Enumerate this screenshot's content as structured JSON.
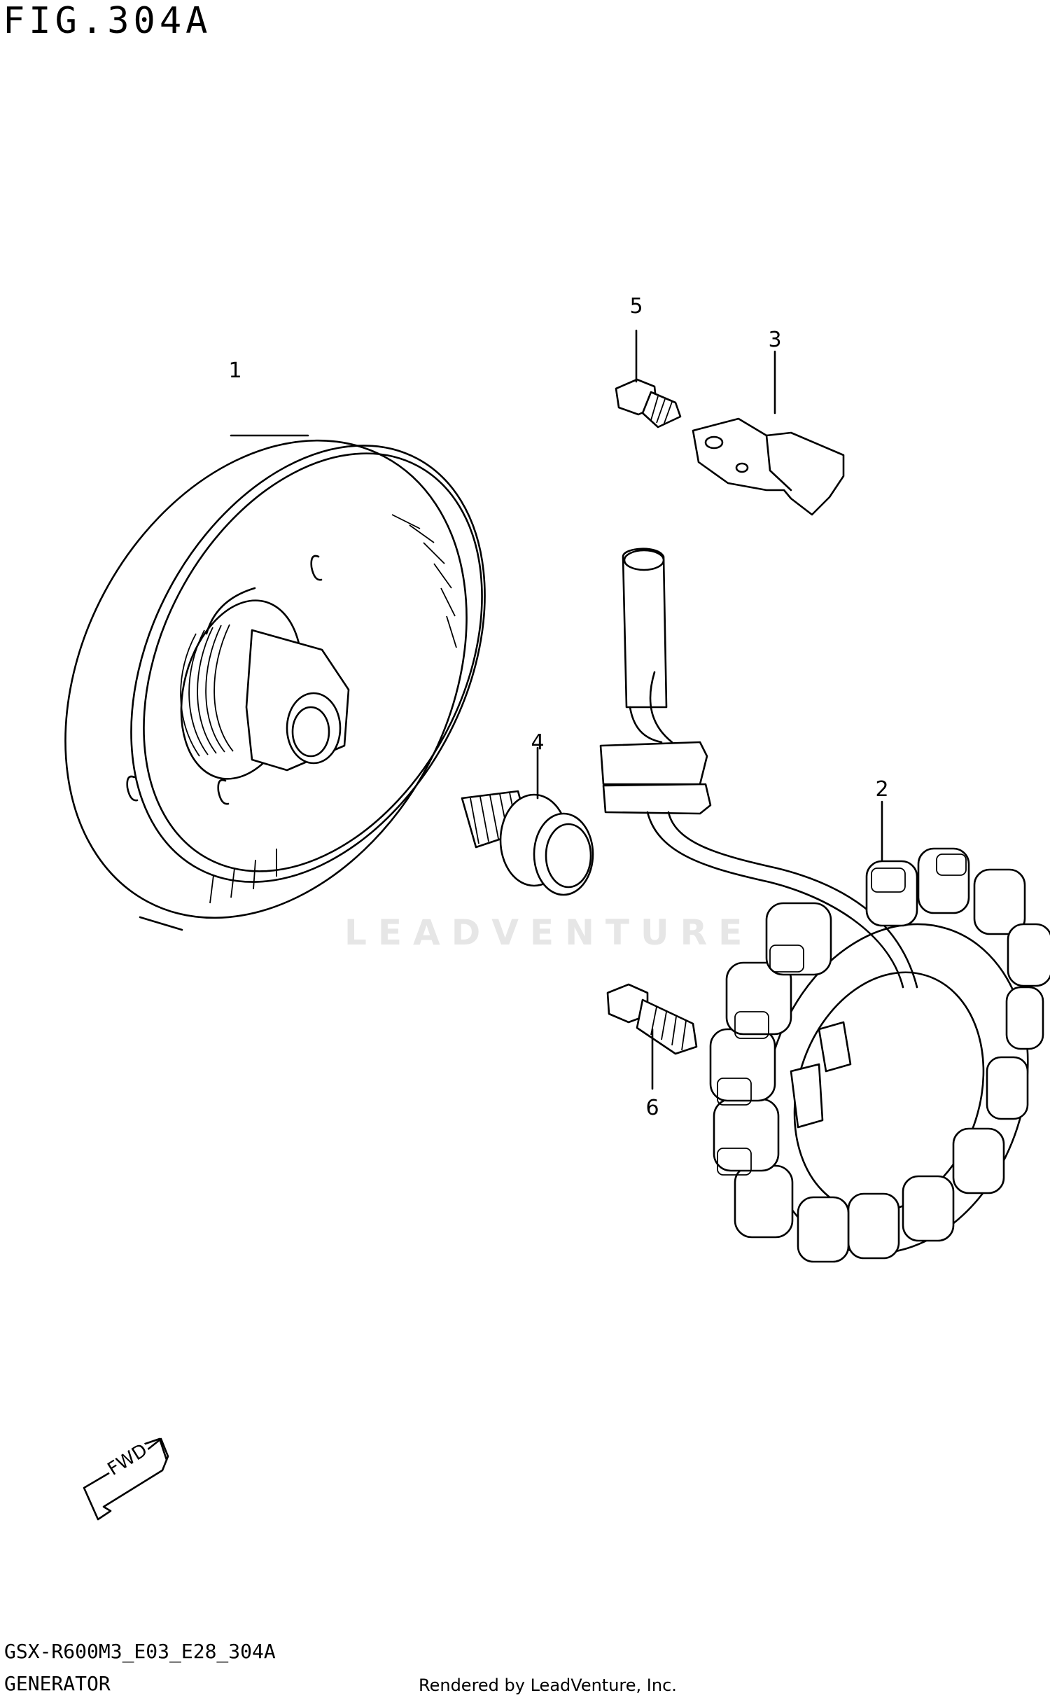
{
  "figure": {
    "title": "FIG.304A"
  },
  "callouts": {
    "c1": "1",
    "c2": "2",
    "c3": "3",
    "c4": "4",
    "c5": "5",
    "c6": "6"
  },
  "watermark": "LEADVENTURE",
  "fwd_label": "FWD",
  "footer": {
    "model_code": "GSX-R600M3_E03_E28_304A",
    "caption": "GENERATOR",
    "rendered_by": "Rendered by LeadVenture, Inc."
  }
}
